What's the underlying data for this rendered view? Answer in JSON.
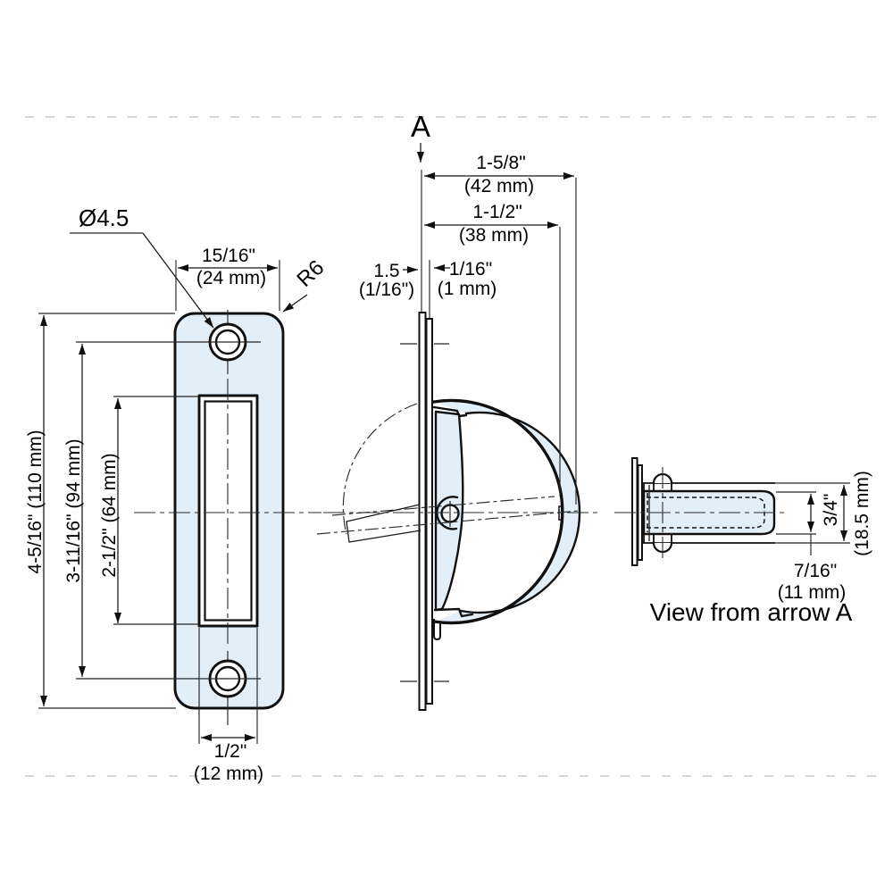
{
  "colors": {
    "part_fill": "#e2eef8",
    "line": "#101010",
    "separator": "#c9c9c9"
  },
  "front_view": {
    "hole_diameter": "Ø4.5",
    "corner_radius": "R6",
    "width_in": "15/16\"",
    "width_mm": "(24 mm)",
    "overall_height": "4-5/16\" (110 mm)",
    "hole_spacing": "3-11/16\" (94 mm)",
    "slot_height": "2-1/2\" (64 mm)",
    "slot_width_in": "1/2\"",
    "slot_width_mm": "(12 mm)"
  },
  "side_view": {
    "arrow_label": "A",
    "overall_depth_in": "1-5/8\"",
    "overall_depth_mm": "(42 mm)",
    "cup_depth_in": "1-1/2\"",
    "cup_depth_mm": "(38 mm)",
    "plate_thickness_mm": "1.5",
    "plate_thickness_in": "(1/16\")",
    "protrusion_in": "1/16\"",
    "protrusion_mm": "(1 mm)"
  },
  "arrow_view": {
    "caption": "View from arrow A",
    "overall_height_in": "3/4\"",
    "overall_height_mm": "(18.5 mm)",
    "handle_thickness_in": "7/16\"",
    "handle_thickness_mm": "(11 mm)"
  }
}
